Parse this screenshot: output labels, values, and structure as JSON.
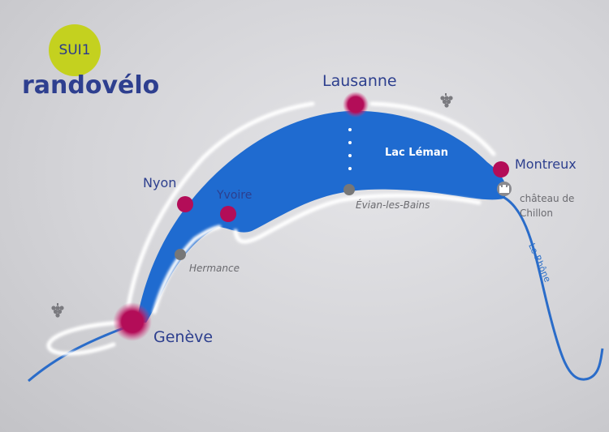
{
  "badge": {
    "text": "SUI1",
    "color": "#c4d11f"
  },
  "brand": {
    "name": "randovélo",
    "color": "#2e3f8f"
  },
  "lake": {
    "name": "Lac Léman",
    "color": "#1f6bd0"
  },
  "river": {
    "name": "Le Rhône",
    "color": "#2a6cc9"
  },
  "cities": [
    {
      "name": "Genève",
      "role": "major-stop"
    },
    {
      "name": "Nyon",
      "role": "stop"
    },
    {
      "name": "Lausanne",
      "role": "major-stop"
    },
    {
      "name": "Montreux",
      "role": "stop"
    },
    {
      "name": "Yvoire",
      "role": "stop"
    }
  ],
  "places": [
    {
      "name": "Hermance",
      "role": "minor"
    },
    {
      "name": "Évian-les-Bains",
      "role": "minor"
    }
  ],
  "poi": {
    "line1": "château de",
    "line2": "Chillon",
    "icon": "castle-icon"
  },
  "icons": [
    "grapes-icon",
    "castle-icon"
  ],
  "colors": {
    "stop": "#b0145a",
    "minor": "#777777",
    "route": "#ffffff",
    "text": "#2d3f8e"
  }
}
